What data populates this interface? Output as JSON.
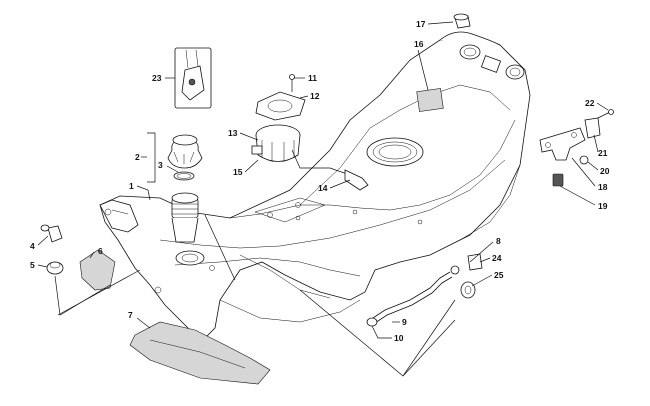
{
  "diagram": {
    "callouts": [
      {
        "id": "c1",
        "text": "1"
      },
      {
        "id": "c2",
        "text": "2"
      },
      {
        "id": "c3",
        "text": "3"
      },
      {
        "id": "c4",
        "text": "4"
      },
      {
        "id": "c5",
        "text": "5"
      },
      {
        "id": "c6",
        "text": "6"
      },
      {
        "id": "c7",
        "text": "7"
      },
      {
        "id": "c8",
        "text": "8"
      },
      {
        "id": "c9",
        "text": "9"
      },
      {
        "id": "c10",
        "text": "10"
      },
      {
        "id": "c11",
        "text": "11"
      },
      {
        "id": "c12",
        "text": "12"
      },
      {
        "id": "c13",
        "text": "13"
      },
      {
        "id": "c14",
        "text": "14"
      },
      {
        "id": "c15",
        "text": "15"
      },
      {
        "id": "c16",
        "text": "16"
      },
      {
        "id": "c17",
        "text": "17"
      },
      {
        "id": "c18",
        "text": "18"
      },
      {
        "id": "c19",
        "text": "19"
      },
      {
        "id": "c20",
        "text": "20"
      },
      {
        "id": "c21",
        "text": "21"
      },
      {
        "id": "c22",
        "text": "22"
      },
      {
        "id": "c23",
        "text": "23"
      },
      {
        "id": "c24",
        "text": "24"
      },
      {
        "id": "c25",
        "text": "25"
      }
    ],
    "colors": {
      "ink": "#111111",
      "background": "#ffffff",
      "shade": "#d6d6d6"
    }
  }
}
